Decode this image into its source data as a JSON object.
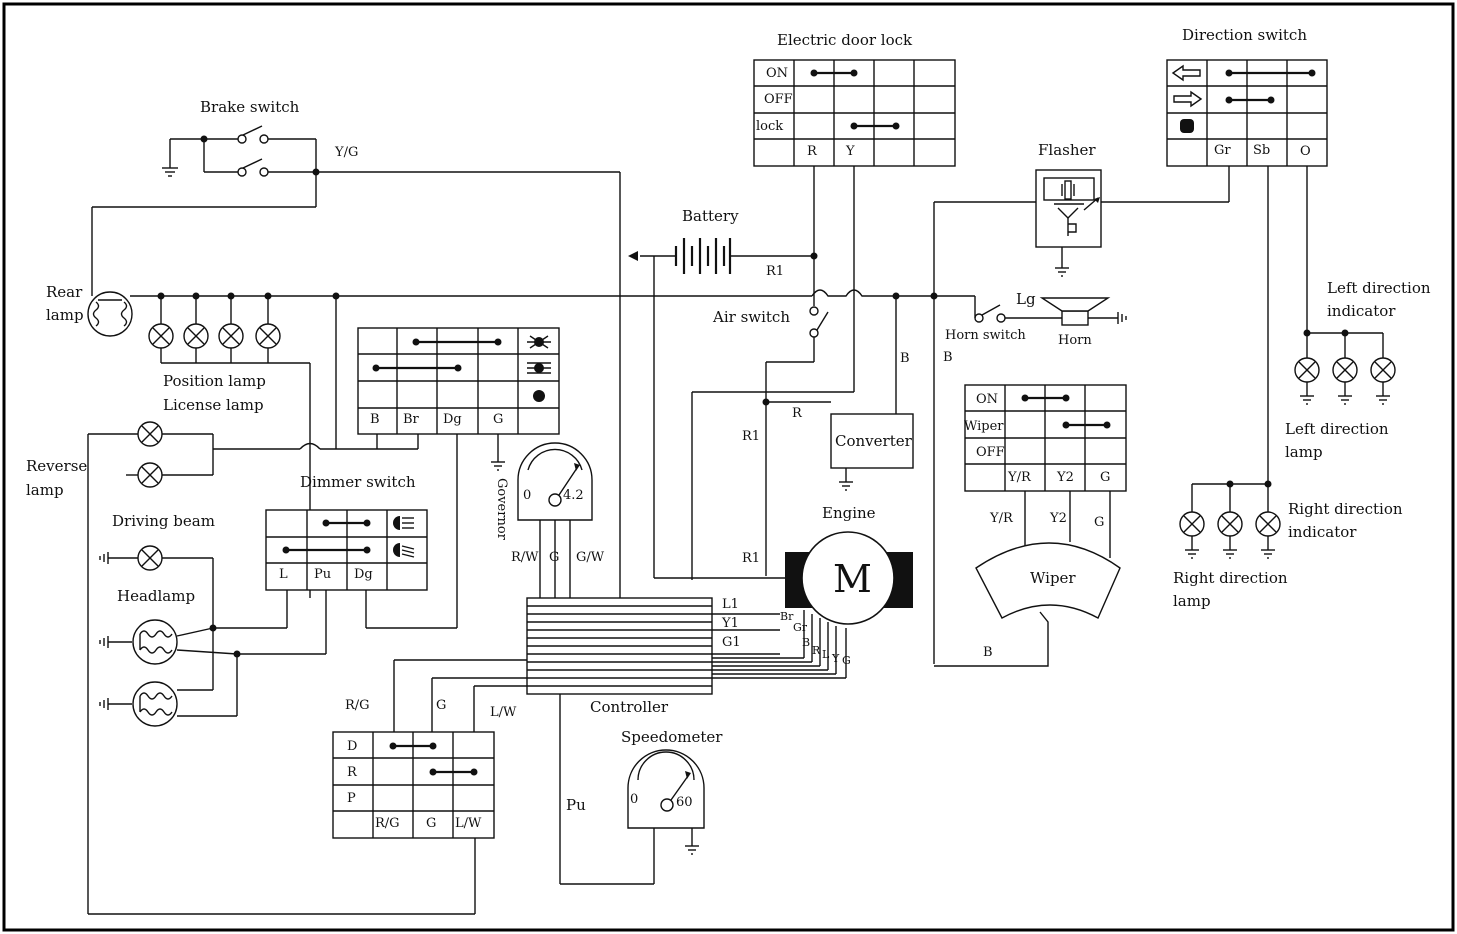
{
  "labels": {
    "brake_switch": "Brake switch",
    "yg": "Y/G",
    "rear": "Rear",
    "lamp": "lamp",
    "position_lamp": "Position lamp",
    "license_lamp": "License lamp",
    "reverse": "Reverse",
    "dimmer_switch": "Dimmer switch",
    "driving_beam": "Driving beam",
    "headlamp": "Headlamp",
    "governor": "Governor",
    "battery": "Battery",
    "r1": "R1",
    "air_switch": "Air switch",
    "r": "R",
    "converter": "Converter",
    "engine": "Engine",
    "motor": "M",
    "controller": "Controller",
    "speedometer": "Speedometer",
    "pu": "Pu",
    "rg": "R/G",
    "g": "G",
    "lw": "L/W",
    "rw": "R/W",
    "gw": "G/W",
    "l1": "L1",
    "y1": "Y1",
    "g1": "G1",
    "br": "Br",
    "gr": "Gr",
    "b": "B",
    "l": "L",
    "y": "Y",
    "electric_door_lock": "Electric door lock",
    "flasher": "Flasher",
    "lg": "Lg",
    "horn_switch": "Horn switch",
    "horn": "Horn",
    "wiper": "Wiper",
    "yr": "Y/R",
    "y2": "Y2",
    "direction_switch": "Direction switch",
    "left_direction": "Left direction",
    "indicator": "indicator",
    "right_direction": "Right direction",
    "dg": "Dg",
    "sb": "Sb",
    "o": "O"
  },
  "gauges": {
    "governor_min": "0",
    "governor_max": "4.2",
    "speed_min": "0",
    "speed_max": "60"
  },
  "tables": {
    "door_lock_rows": [
      "ON",
      "OFF",
      "lock"
    ],
    "door_lock_cols": [
      "R",
      "Y"
    ],
    "light_cols": [
      "B",
      "Br",
      "Dg",
      "G"
    ],
    "dimmer_cols": [
      "L",
      "Pu",
      "Dg"
    ],
    "wiper_rows": [
      "ON",
      "Wiper",
      "OFF"
    ],
    "wiper_cols": [
      "Y/R",
      "Y2",
      "G"
    ],
    "gear_rows": [
      "D",
      "R",
      "P"
    ],
    "gear_cols": [
      "R/G",
      "G",
      "L/W"
    ],
    "direction_cols": [
      "Gr",
      "Sb",
      "O"
    ]
  }
}
